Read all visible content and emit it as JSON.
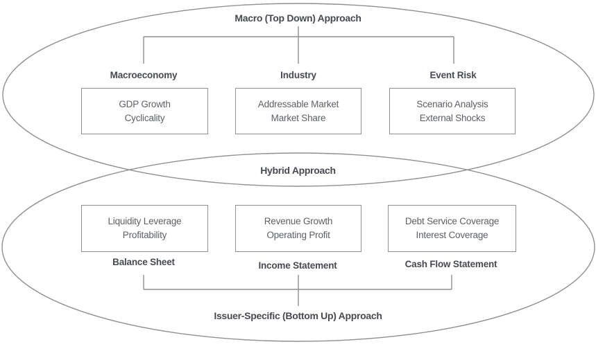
{
  "diagram": {
    "top_section": {
      "title": "Macro (Top Down) Approach",
      "columns": [
        {
          "header": "Macroeconomy",
          "box_lines": [
            "GDP Growth",
            "Cyclicality"
          ]
        },
        {
          "header": "Industry",
          "box_lines": [
            "Addressable Market",
            "Market Share"
          ]
        },
        {
          "header": "Event Risk",
          "box_lines": [
            "Scenario Analysis",
            "External Shocks"
          ]
        }
      ]
    },
    "middle_label": "Hybrid Approach",
    "bottom_section": {
      "title": "Issuer-Specific (Bottom Up) Approach",
      "columns": [
        {
          "header": "Balance Sheet",
          "box_lines": [
            "Liquidity Leverage",
            "Profitability"
          ]
        },
        {
          "header": "Income Statement",
          "box_lines": [
            "Revenue Growth",
            "Operating Profit"
          ]
        },
        {
          "header": "Cash Flow Statement",
          "box_lines": [
            "Debt Service Coverage",
            "Interest Coverage"
          ]
        }
      ]
    },
    "colors": {
      "line_stroke": "#8d8f91",
      "heading_text": "#474a50",
      "box_text": "#5c6065",
      "background": "#ffffff"
    }
  }
}
